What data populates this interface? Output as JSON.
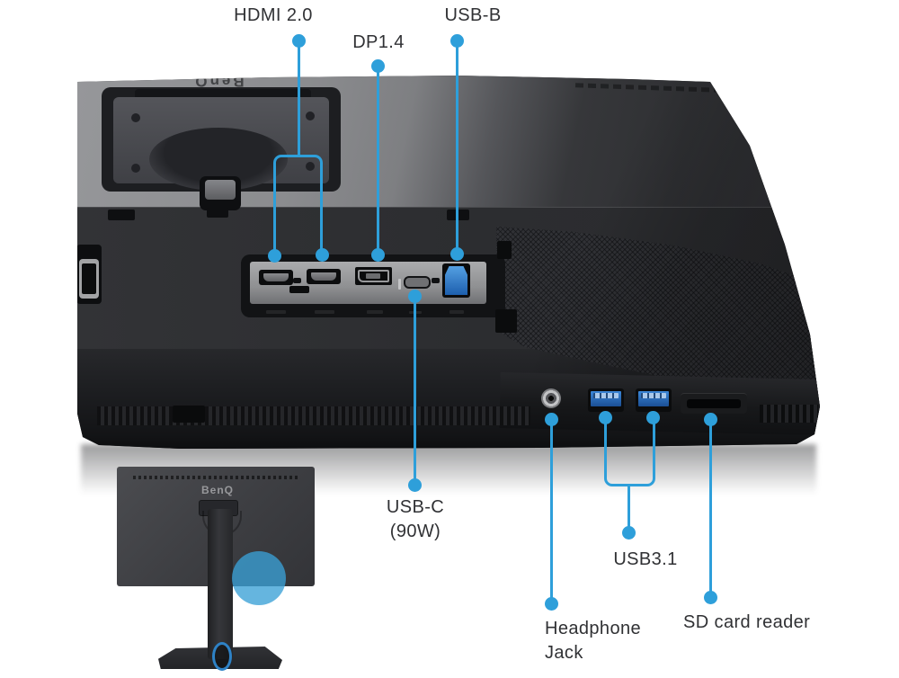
{
  "page": {
    "background": "#ffffff"
  },
  "colors": {
    "accent_blue": "#2E9FDA",
    "usb_port_blue": "#2F7CC4",
    "highlight_circle_blue": "#3AA0D6"
  },
  "diagram": {
    "subject": "monitor rear ports callout diagram",
    "callouts": {
      "hdmi": {
        "label": "HDMI 2.0"
      },
      "dp": {
        "label": "DP1.4"
      },
      "usb_b": {
        "label": "USB-B"
      },
      "usb_c": {
        "label_line1": "USB-C",
        "label_line2": "(90W)"
      },
      "usb31": {
        "label": "USB3.1"
      },
      "headphone": {
        "label_line1": "Headphone",
        "label_line2": "Jack"
      },
      "sd": {
        "label": "SD card reader"
      }
    },
    "monitor": {
      "brand_logo": "BenQ"
    },
    "thumbnail": {
      "brand_logo": "BenQ"
    }
  }
}
